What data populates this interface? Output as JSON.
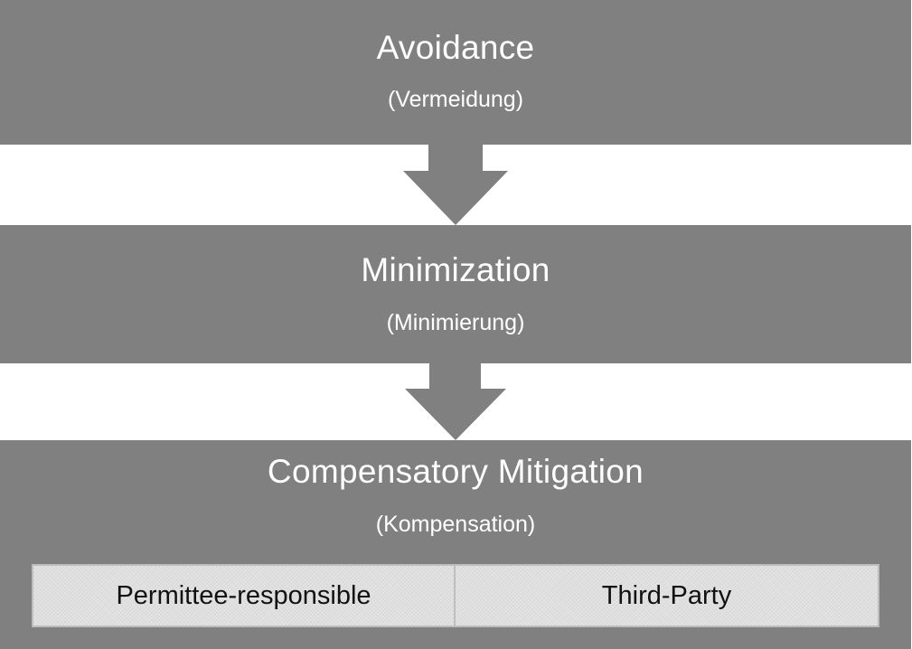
{
  "stages": [
    {
      "title": "Avoidance",
      "subtitle": "(Vermeidung)"
    },
    {
      "title": "Minimization",
      "subtitle": "(Minimierung)"
    },
    {
      "title": "Compensatory Mitigation",
      "subtitle": "(Kompensation)"
    }
  ],
  "mitigation_types": [
    {
      "label": "Permittee-responsible"
    },
    {
      "label": "Third-Party"
    }
  ],
  "colors": {
    "band": "#808080",
    "band_text": "#ffffff",
    "sub_box": "#e4e4e4",
    "sub_box_text": "#111111",
    "arrow": "#808080"
  }
}
